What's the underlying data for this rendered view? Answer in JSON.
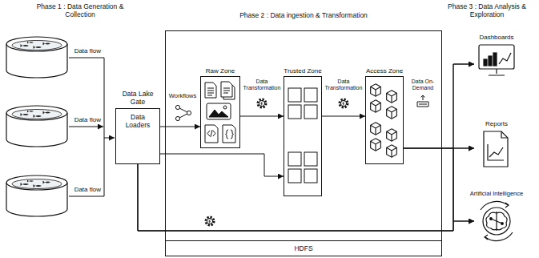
{
  "diagram": {
    "nodes": [
      {
        "text": [
          "Phase 2 : Data ingestion & Transformation"
        ]
      },
      {
        "text": [
          "Data Lake Gate",
          "Data Loaders"
        ]
      },
      {
        "text": [
          "Raw Zone"
        ],
        "in": 0
      },
      {
        "text": [
          "Trusted Zone"
        ],
        "in": 0
      },
      {
        "text": [
          "Access Zone"
        ],
        "in": 0
      },
      {
        "text": [
          "HDFS"
        ],
        "in": 0
      },
      {
        "text": [
          "Dashboards"
        ]
      },
      {
        "text": [
          "Reports"
        ]
      },
      {
        "text": [
          "Artificial Intelligence"
        ]
      }
    ],
    "edges": [
      {
        "from": 1,
        "to": 2,
        "arrow": "to",
        "label": "Workflows"
      },
      {
        "from": 1,
        "to": 3,
        "arrow": "to"
      },
      {
        "from": 2,
        "to": 3,
        "arrow": "to",
        "label": "Data Transformation"
      },
      {
        "from": 3,
        "to": 4,
        "arrow": "to",
        "label": "Data Transformation"
      },
      {
        "from": 4,
        "to": 6,
        "arrow": "to"
      },
      {
        "from": 4,
        "to": 7,
        "arrow": "to",
        "label": "Data On-Demand"
      },
      {
        "from": 4,
        "to": 8,
        "arrow": "to"
      },
      {
        "from": 1,
        "to": 6,
        "arrow": "to"
      },
      {
        "from": 1,
        "to": 7,
        "arrow": "to"
      },
      {
        "from": 1,
        "to": 8,
        "arrow": "to"
      }
    ],
    "labels": [
      "Phase 1 : Data Generation & Collection",
      "Data flow",
      "Data flow",
      "Data flow",
      "Phase 3 : Data Analysis & Exploration"
    ]
  }
}
